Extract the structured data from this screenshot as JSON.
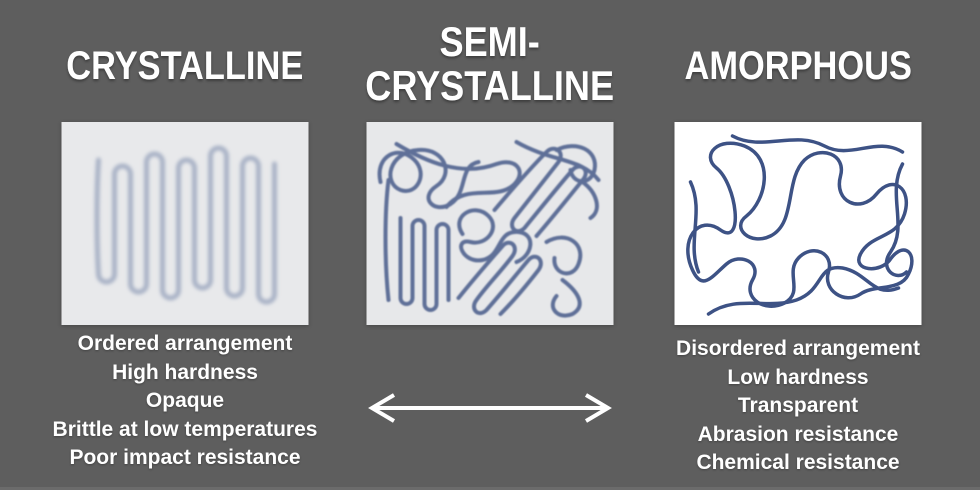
{
  "colors": {
    "background": "#5e5e5e",
    "text": "#ffffff",
    "panel-crystalline-bg": "#e8e9eb",
    "panel-semi-bg": "#e7e8ea",
    "panel-amorphous-bg": "#ffffff",
    "chain-crystalline": "#a9b2c6",
    "chain-semi": "#5f7098",
    "chain-amorphous": "#3d5285",
    "arrow": "#ffffff"
  },
  "icons": {
    "arrow": "double-headed-arrow-icon",
    "crystalline_image": "crystalline-polymer-chains",
    "semi_crystalline_image": "semi-crystalline-polymer-chains",
    "amorphous_image": "amorphous-polymer-chains"
  },
  "columns": [
    {
      "id": "crystalline",
      "heading": "CRYSTALLINE",
      "properties": [
        "Ordered arrangement",
        "High hardness",
        "Opaque",
        "Brittle at low temperatures",
        "Poor impact resistance"
      ]
    },
    {
      "id": "semi-crystalline",
      "heading_lines": [
        "SEMI-",
        "CRYSTALLINE"
      ],
      "properties": []
    },
    {
      "id": "amorphous",
      "heading": "AMORPHOUS",
      "properties": [
        "Disordered arrangement",
        "Low hardness",
        "Transparent",
        "Abrasion resistance",
        "Chemical resistance"
      ]
    }
  ]
}
